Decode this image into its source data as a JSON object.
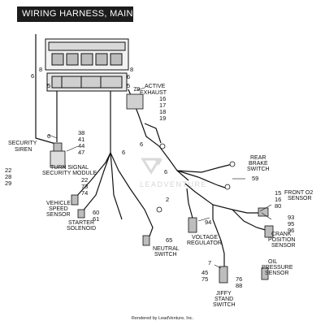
{
  "title": "WIRING HARNESS, MAIN",
  "footer": "Rendered by LeadVenture, Inc.",
  "watermark": "LEADVENTURE",
  "colors": {
    "title_bg": "#1c1c1c",
    "line": "#111111",
    "watermark": "#d6d6d6"
  },
  "labels": {
    "active_exhaust": [
      "ACTIVE",
      "EXHAUST"
    ],
    "security_siren": [
      "SECURITY",
      "SIREN"
    ],
    "turn_signal_module": [
      "TURN SIGNAL",
      "SECURITY MODULE"
    ],
    "vehicle_speed_sensor": [
      "VEHICLE",
      "SPEED",
      "SENSOR"
    ],
    "starter_solenoid": [
      "STARTER",
      "SOLENOID"
    ],
    "neutral_switch": [
      "NEUTRAL",
      "SWITCH"
    ],
    "voltage_regulator": [
      "VOLTAGE",
      "REGULATOR"
    ],
    "jiffy_stand_switch": [
      "JIFFY",
      "STAND",
      "SWITCH"
    ],
    "rear_brake_switch": [
      "REAR",
      "BRAKE",
      "SWITCH"
    ],
    "front_o2_sensor": [
      "FRONT O2",
      "SENSOR"
    ],
    "crank_position_sensor": [
      "CRANK",
      "POSITION",
      "SENSOR"
    ],
    "oil_pressure_sensor": [
      "OIL",
      "PRESSURE",
      "SENSOR"
    ]
  },
  "callouts": {
    "top_left_8": "8",
    "top_left_6": "6",
    "left_8": "8",
    "left_6": "6",
    "left_5": "5",
    "right_8": "8",
    "right_6": "6",
    "right_5": "5",
    "c79": "79",
    "c16": "16",
    "c17": "17",
    "c18": "18",
    "c19": "19",
    "siren_6": "6",
    "c38": "38",
    "c41": "41",
    "c44": "44",
    "c47": "47",
    "center_6": "6",
    "mid_6": "6",
    "c22": "22",
    "c28": "28",
    "c29": "29",
    "c22b": "22",
    "c73": "73",
    "c74": "74",
    "c60": "60",
    "c61": "61",
    "c2": "2",
    "c65": "65",
    "c59": "59",
    "right_6b": "6",
    "c15": "15",
    "c16b": "16",
    "c80": "80",
    "c94": "94",
    "c93": "93",
    "c95": "95",
    "c96": "96",
    "c7": "7",
    "c45": "45",
    "c75": "75",
    "c76": "76",
    "c88": "88"
  }
}
